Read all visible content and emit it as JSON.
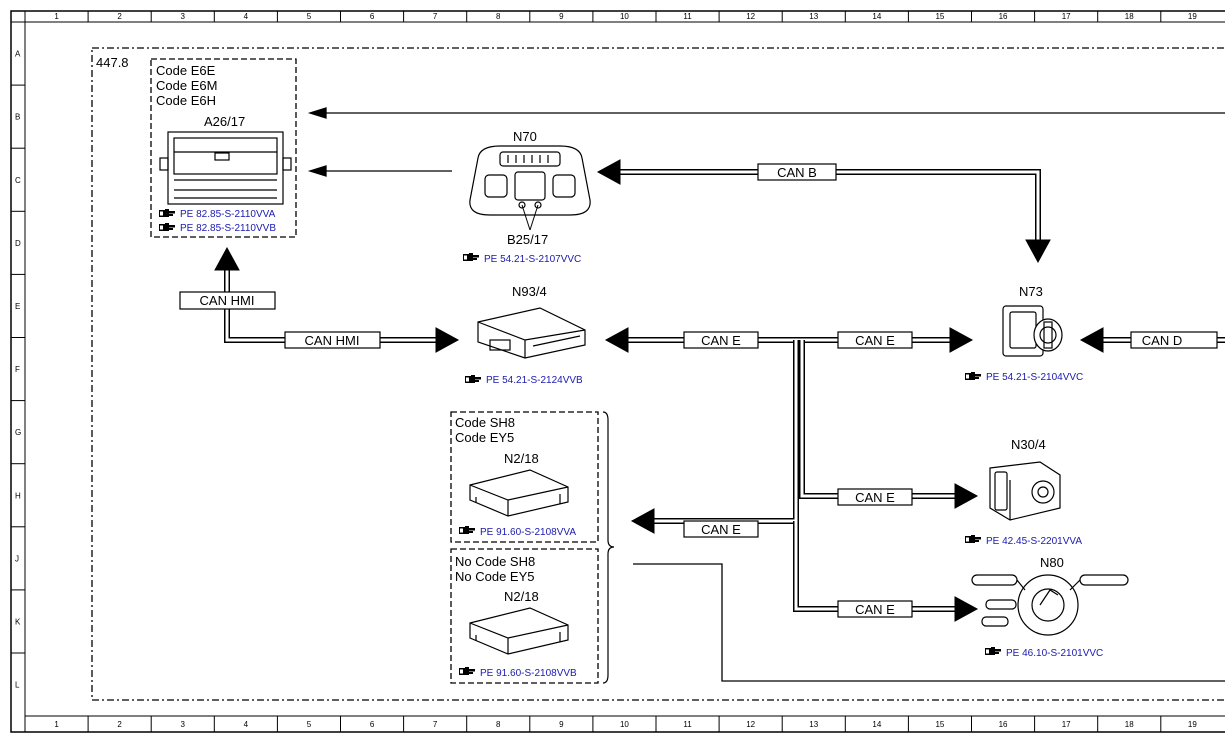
{
  "frame": {
    "columns": [
      "1",
      "2",
      "3",
      "4",
      "5",
      "6",
      "7",
      "8",
      "9",
      "10",
      "11",
      "12",
      "13",
      "14",
      "15",
      "16",
      "17",
      "18",
      "19"
    ],
    "rows": [
      "A",
      "B",
      "C",
      "D",
      "E",
      "F",
      "G",
      "H",
      "J",
      "K",
      "L"
    ]
  },
  "diagram": {
    "label": "447.8",
    "code_box_a26": [
      "Code E6E",
      "Code E6M",
      "Code E6H"
    ],
    "code_box_sh8": [
      "Code SH8",
      "Code EY5"
    ],
    "code_box_nosh8": [
      "No Code SH8",
      "No Code EY5"
    ]
  },
  "components": {
    "a26": {
      "id": "A26/17",
      "refs": [
        "PE 82.85-S-2110VVA",
        "PE 82.85-S-2110VVB"
      ]
    },
    "n70": {
      "id": "N70",
      "sub": "B25/17",
      "refs": [
        "PE 54.21-S-2107VVC"
      ]
    },
    "n93": {
      "id": "N93/4",
      "refs": [
        "PE 54.21-S-2124VVB"
      ]
    },
    "n73": {
      "id": "N73",
      "refs": [
        "PE 54.21-S-2104VVC"
      ]
    },
    "n2_18a": {
      "id": "N2/18",
      "refs": [
        "PE 91.60-S-2108VVA"
      ]
    },
    "n2_18b": {
      "id": "N2/18",
      "refs": [
        "PE 91.60-S-2108VVB"
      ]
    },
    "n30": {
      "id": "N30/4",
      "refs": [
        "PE 42.45-S-2201VVA"
      ]
    },
    "n80": {
      "id": "N80",
      "refs": [
        "PE 46.10-S-2101VVC"
      ]
    }
  },
  "bus_labels": {
    "can_b": "CAN B",
    "can_hmi_up": "CAN HMI",
    "can_hmi": "CAN HMI",
    "can_e_n93": "CAN E",
    "can_e_n73": "CAN E",
    "can_d": "CAN D",
    "can_e_n30": "CAN E",
    "can_e_n2": "CAN E",
    "can_e_n80": "CAN E"
  },
  "icons": {
    "reference": "pointing-hand-icon"
  }
}
